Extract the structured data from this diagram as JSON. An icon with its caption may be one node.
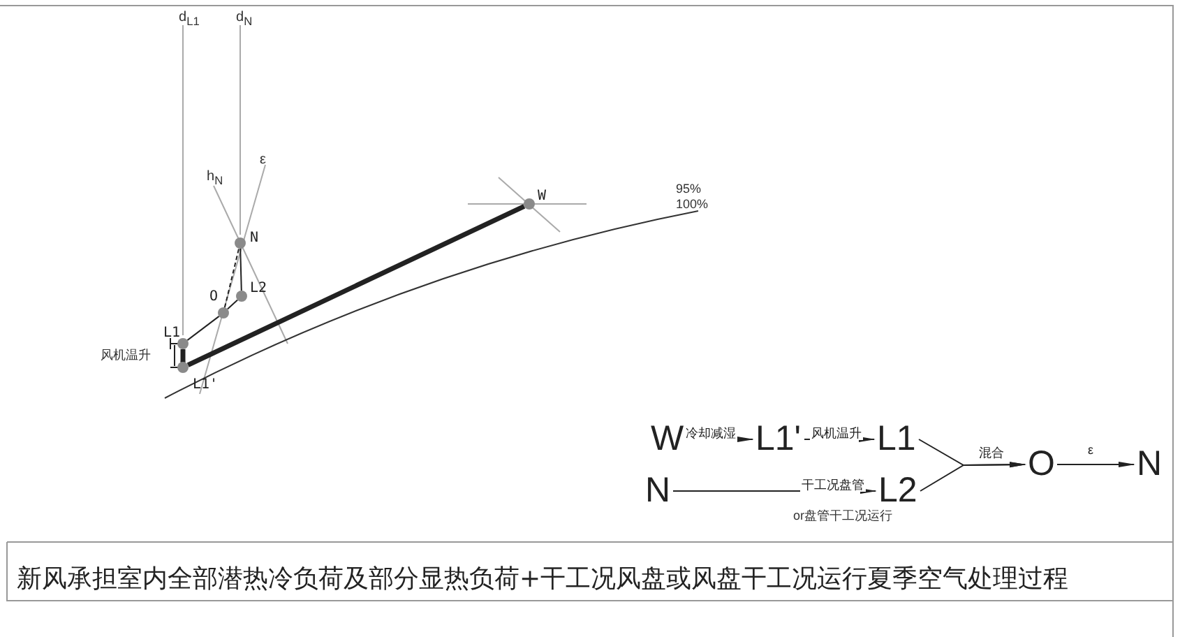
{
  "diagram": {
    "caption": "新风承担室内全部潜热冷负荷及部分显热负荷+干工况风盘或风盘干工况运行夏季空气处理过程",
    "nodes": [
      {
        "text": [
          "W"
        ]
      },
      {
        "text": [
          "N"
        ]
      },
      {
        "text": [
          "L2"
        ]
      },
      {
        "text": [
          "O"
        ]
      },
      {
        "text": [
          "L1"
        ]
      },
      {
        "text": [
          "L1'"
        ]
      },
      {
        "text": [
          "W"
        ]
      },
      {
        "text": [
          "L1'"
        ]
      },
      {
        "text": [
          "L1"
        ]
      },
      {
        "text": [
          "N"
        ]
      },
      {
        "text": [
          "L2"
        ]
      },
      {
        "text": [
          "O"
        ]
      },
      {
        "text": [
          "N"
        ]
      }
    ],
    "edges": [
      {
        "from": 0,
        "to": 5,
        "arrow": "none",
        "style": "thick"
      },
      {
        "from": 5,
        "to": 4,
        "arrow": "to",
        "style": "thick"
      },
      {
        "from": 4,
        "to": 3,
        "arrow": "none"
      },
      {
        "from": 2,
        "to": 3,
        "arrow": "none"
      },
      {
        "from": 1,
        "to": 2,
        "arrow": "none"
      },
      {
        "from": 3,
        "to": 1,
        "arrow": "none",
        "style": "dashed"
      },
      {
        "from": 6,
        "to": 7,
        "arrow": "to",
        "label": "冷却减湿"
      },
      {
        "from": 7,
        "to": 8,
        "arrow": "to",
        "label": "风机温升"
      },
      {
        "from": 9,
        "to": 10,
        "arrow": "to",
        "label": "干工况盘管"
      },
      {
        "from": 8,
        "to": 11,
        "arrow": "to",
        "label": "混合"
      },
      {
        "from": 10,
        "to": 11,
        "arrow": "to"
      },
      {
        "from": 11,
        "to": 12,
        "arrow": "to",
        "label": "ε"
      }
    ],
    "labels": [
      "d$_{L1}$",
      "d$_{N}$",
      "h$_{N}$",
      "ε",
      "95%",
      "100%",
      "风机温升",
      "or盘管干工况运行"
    ]
  }
}
